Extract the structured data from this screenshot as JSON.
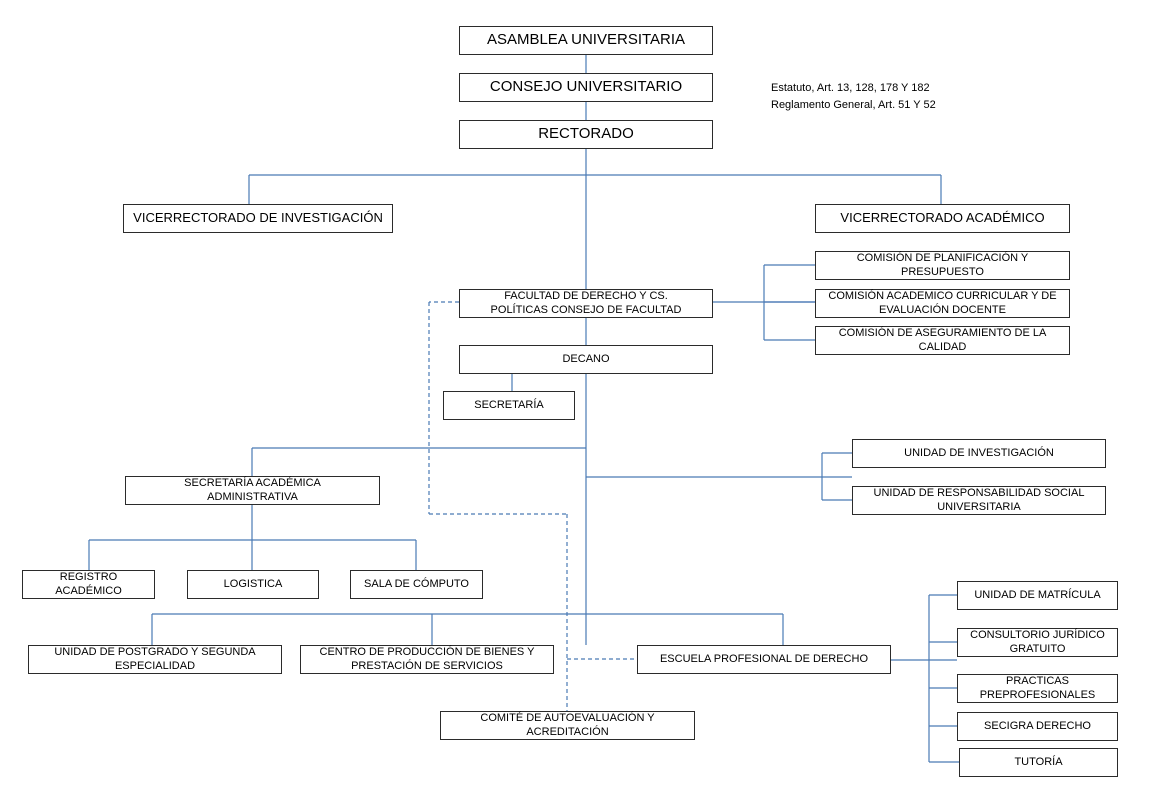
{
  "note": {
    "line1": "Estatuto, Art. 13, 128, 178 Y 182",
    "line2": "Reglamento General, Art. 51 Y 52"
  },
  "colors": {
    "line": "#4a7ab5",
    "box_border": "#2b2b2b"
  },
  "units": {
    "asamblea": "ASAMBLEA UNIVERSITARIA",
    "consejo": "CONSEJO UNIVERSITARIO",
    "rectorado": "RECTORADO",
    "vice_investigacion": "VICERRECTORADO  DE INVESTIGACIÓN",
    "vice_academico": "VICERRECTORADO ACADÉMICO",
    "comision_planificacion": "COMISIÓN DE PLANIFICACIÓN Y PRESUPUESTO",
    "comision_academico": "COMISIÓN ACADEMICO CURRICULAR  Y DE EVALUACIÓN  DOCENTE",
    "comision_aseguramiento": "COMISIÓN DE ASEGURAMIENTO  DE LA CALIDAD",
    "facultad": "FACULTAD  DE DERECHO Y CS. POLÍTICAS CONSEJO DE FACULTAD",
    "decano": "DECANO",
    "secretaria": "SECRETARÍA",
    "secretaria_academica": "SECRETARÍA  ACADÉMICA ADMINISTRATIVA",
    "unidad_investigacion": "UNIDAD DE INVESTIGACIÓN",
    "unidad_responsabilidad": "UNIDAD DE RESPONSABILIDAD SOCIAL UNIVERSITARIA",
    "registro": "REGISTRO ACADÉMICO",
    "logistica": "LOGISTICA",
    "sala_computo": "SALA DE CÓMPUTO",
    "postgrado": "UNIDAD  DE POSTGRADO Y SEGUNDA ESPECIALIDAD",
    "centro_produccion": "CENTRO DE PRODUCCIÓN DE BIENES Y PRESTACIÓN DE SERVICIOS",
    "escuela": "ESCUELA  PROFESIONAL DE DERECHO",
    "comite": "COMITÉ DE AUTOEVALUACIÓN  Y ACREDITACIÓN",
    "matricula": "UNIDAD DE MATRÍCULA",
    "consultorio": "CONSULTORIO JURÍDICO GRATUITO",
    "practicas": "PRACTICAS PREPROFESIONALES",
    "secigra": "SECIGRA DERECHO",
    "tutoria": "TUTORÍA"
  }
}
